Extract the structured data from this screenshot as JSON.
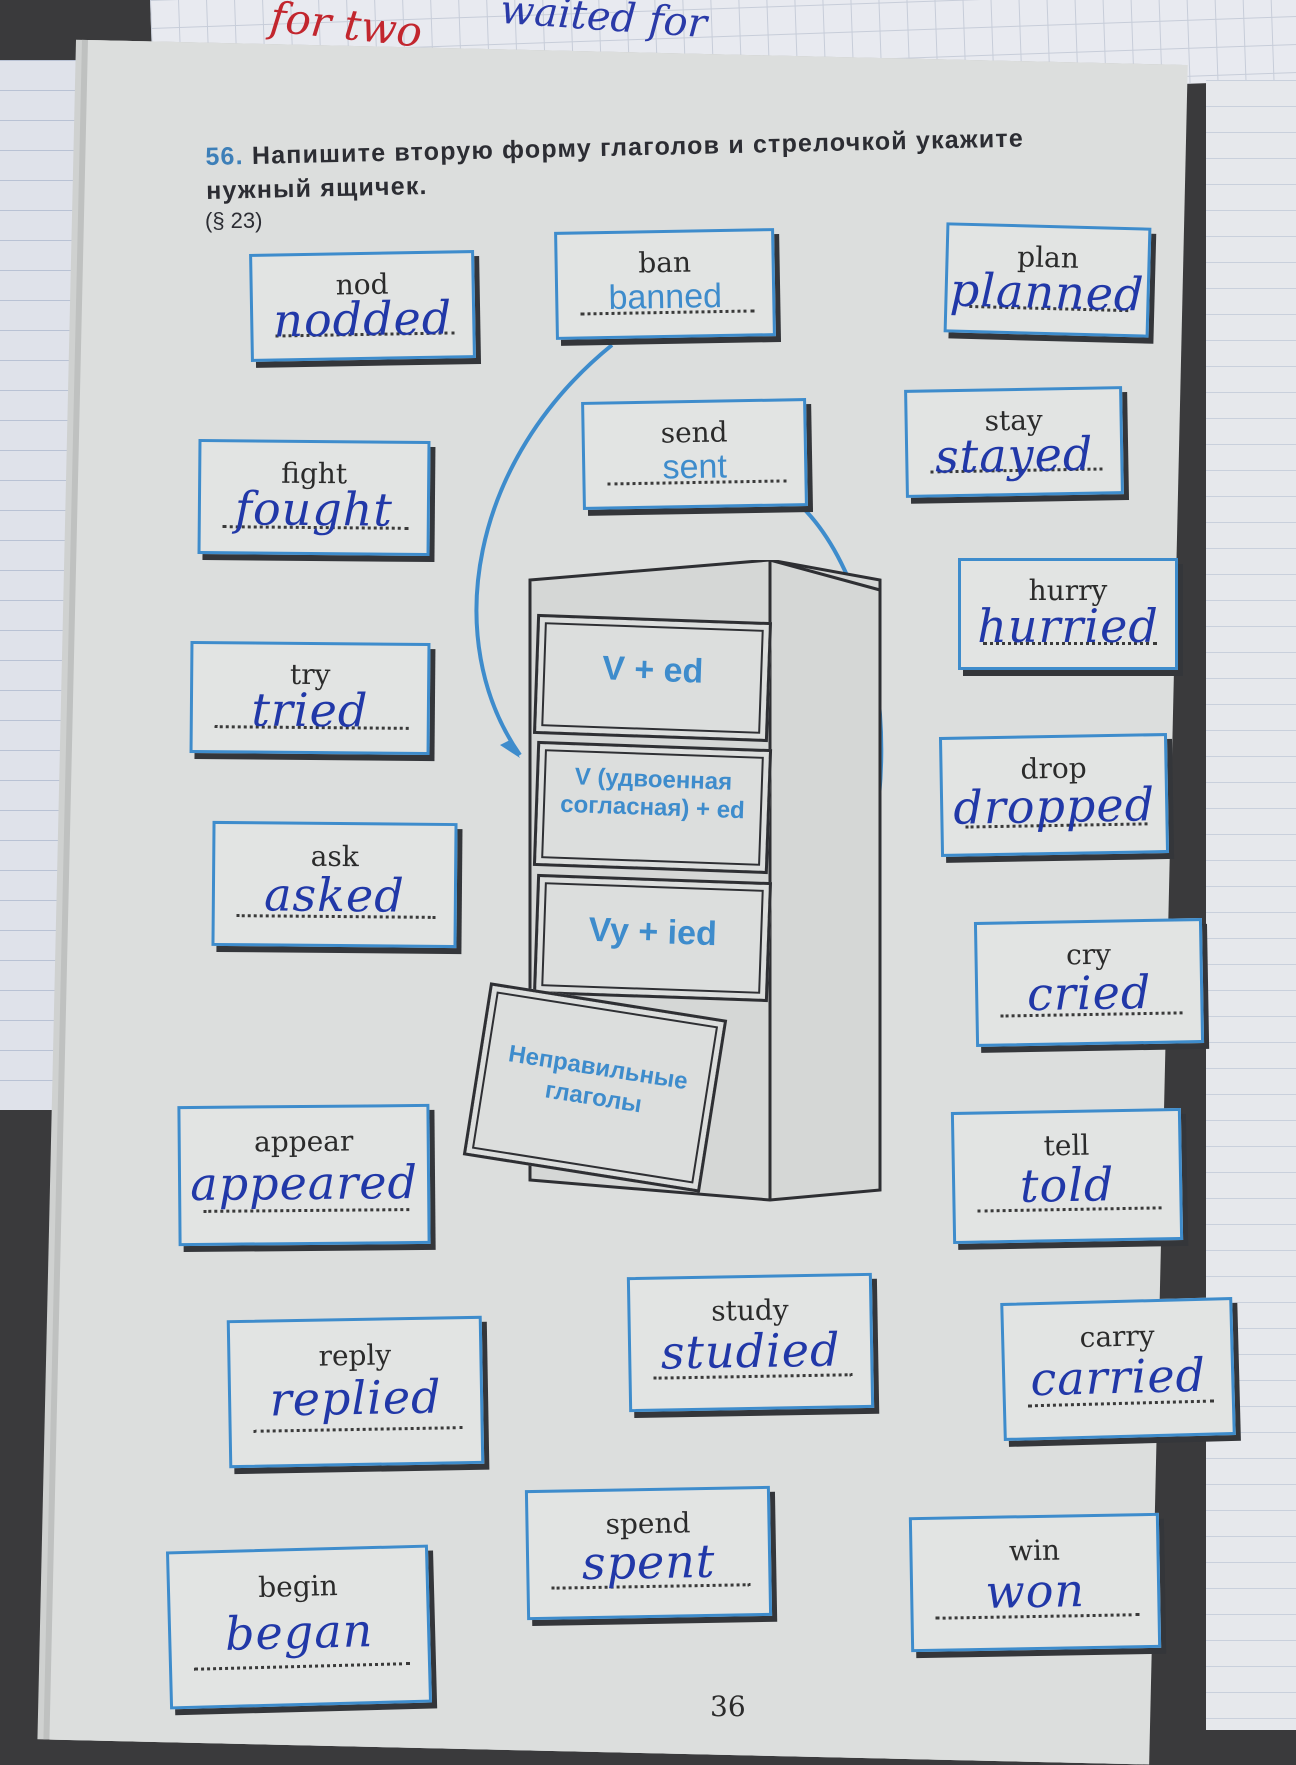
{
  "background_scribbles": {
    "red": "for two",
    "blue": "waited for"
  },
  "exercise": {
    "number": "56.",
    "instruction": "Напишите вторую форму глаголов и стрелочкой укажите нужный ящичек.",
    "reference": "(§ 23)"
  },
  "cabinet": {
    "drawers": [
      "V + ed",
      "V (удвоенная согласная) + ed",
      "Vy + ied",
      "Неправильные глаголы"
    ]
  },
  "cards": [
    {
      "verb": "nod",
      "answer": "nodded",
      "style": "handwritten"
    },
    {
      "verb": "ban",
      "answer": "banned",
      "style": "printed"
    },
    {
      "verb": "plan",
      "answer": "planned",
      "style": "handwritten"
    },
    {
      "verb": "send",
      "answer": "sent",
      "style": "printed"
    },
    {
      "verb": "fight",
      "answer": "fought",
      "style": "handwritten"
    },
    {
      "verb": "stay",
      "answer": "stayed",
      "style": "handwritten"
    },
    {
      "verb": "hurry",
      "answer": "hurried",
      "style": "handwritten"
    },
    {
      "verb": "try",
      "answer": "tried",
      "style": "handwritten"
    },
    {
      "verb": "drop",
      "answer": "dropped",
      "style": "handwritten"
    },
    {
      "verb": "ask",
      "answer": "asked",
      "style": "handwritten"
    },
    {
      "verb": "cry",
      "answer": "cried",
      "style": "handwritten"
    },
    {
      "verb": "appear",
      "answer": "appeared",
      "style": "handwritten"
    },
    {
      "verb": "tell",
      "answer": "told",
      "style": "handwritten"
    },
    {
      "verb": "study",
      "answer": "studied",
      "style": "handwritten"
    },
    {
      "verb": "reply",
      "answer": "replied",
      "style": "handwritten"
    },
    {
      "verb": "carry",
      "answer": "carried",
      "style": "handwritten"
    },
    {
      "verb": "spend",
      "answer": "spent",
      "style": "handwritten"
    },
    {
      "verb": "win",
      "answer": "won",
      "style": "handwritten"
    },
    {
      "verb": "begin",
      "answer": "began",
      "style": "handwritten"
    }
  ],
  "page_number": "36",
  "colors": {
    "accent": "#3e8ccc",
    "handwriting": "#2138a8",
    "text": "#2b2b2b"
  }
}
